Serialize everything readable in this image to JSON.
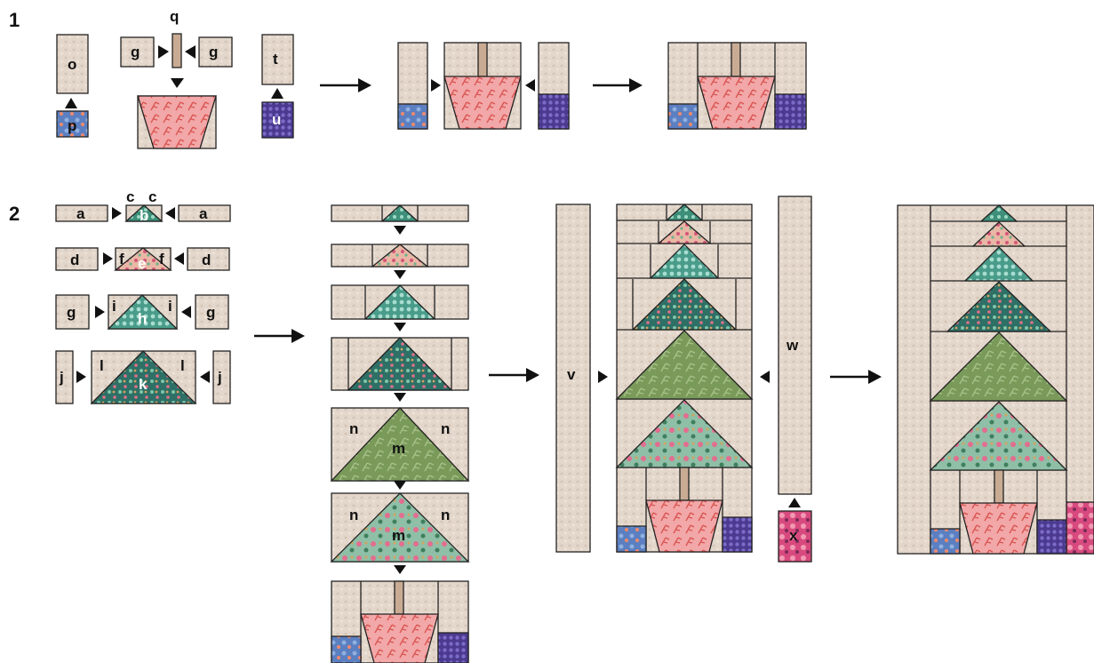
{
  "steps": [
    "1",
    "2"
  ],
  "labels": {
    "o": "o",
    "p": "p",
    "q": "q",
    "t": "t",
    "u": "u",
    "g": "g",
    "a": "a",
    "b": "b",
    "c": "c",
    "d": "d",
    "e": "e",
    "f": "f",
    "h": "h",
    "i": "i",
    "j": "j",
    "k": "k",
    "l": "l",
    "m": "m",
    "n": "n",
    "v": "v",
    "w": "w",
    "x": "x"
  },
  "fabrics": {
    "background": "#e3d6ca",
    "pot_pink": "#f2a7a8",
    "trunk": "#c9ab94",
    "blue_floral": "#5b7fc0",
    "purple_dots": "#5a4aa0",
    "mint_small": "#8fcfb8",
    "peach_floral": "#e9b7a5",
    "teal_dots": "#6fb8a6",
    "dark_teal": "#2e6f66",
    "olive_leaf": "#7a9a5a",
    "sage_mouse": "#8fbfa6",
    "pink_roses": "#e05a8a"
  }
}
